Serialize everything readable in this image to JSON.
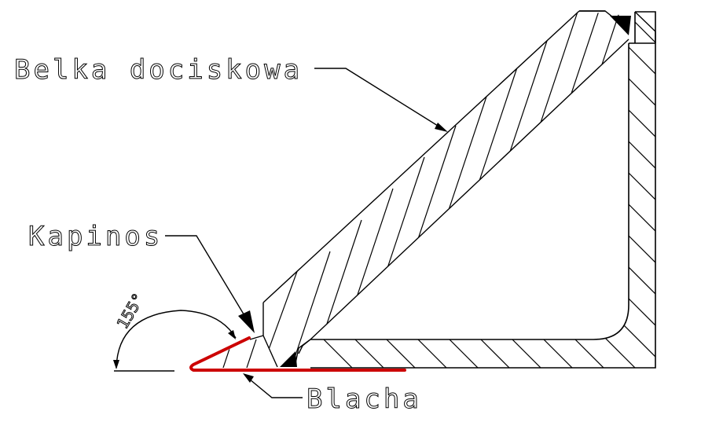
{
  "labels": {
    "beam": "Belka dociskowa",
    "drip": "Kapinos",
    "sheet": "Blacha",
    "angle": "155°"
  },
  "colors": {
    "line": "#000000",
    "sheet": "#cc0000",
    "background": "#ffffff"
  }
}
